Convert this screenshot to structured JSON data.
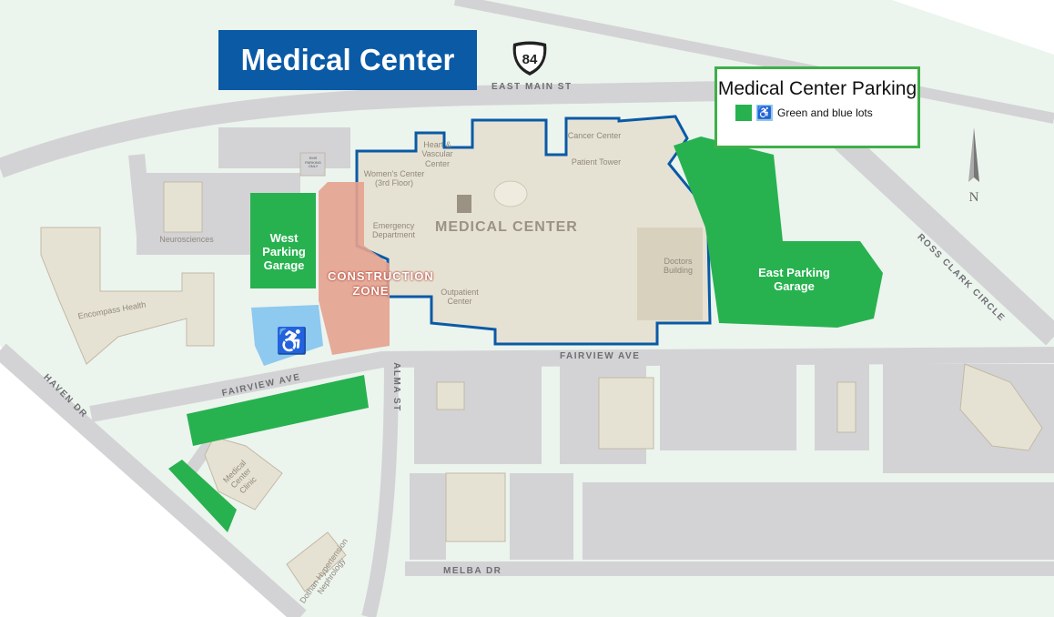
{
  "title": "Medical Center",
  "highway_shield": "84",
  "legend": {
    "title": "Medical Center Parking",
    "swatch_green": "#27b24f",
    "swatch_blue": "#8ec9ef",
    "swatch_icon": "wheelchair-icon",
    "label": "Green and blue lots"
  },
  "colors": {
    "border": "#0a5aa6",
    "parking": "#27b24f",
    "accessible": "#8ec9ef",
    "construction": "#e5a28e",
    "building": "#e6e2d3",
    "road": "#d3d3d6",
    "ground": "#ecf4ee"
  },
  "streets": {
    "east_main": "EAST MAIN ST",
    "fairview_east": "FAIRVIEW AVE",
    "fairview_west": "FAIRVIEW AVE",
    "alma": "ALMA ST",
    "haven": "HAVEN DR",
    "melba": "MELBA DR",
    "ross_clark": "ROSS CLARK CIRCLE"
  },
  "buildings": {
    "heart": "Heart & Vascular Center",
    "womens": "Women's Center (3rd Floor)",
    "emergency": "Emergency Department",
    "medical_center": "MEDICAL CENTER",
    "outpatient": "Outpatient Center",
    "cancer": "Cancer Center",
    "patient_tower": "Patient Tower",
    "doctors": "Doctors Building",
    "neurosciences": "Neurosciences",
    "encompass": "Encompass Health",
    "clinic": "Medical Center Clinic",
    "dothan": "Dothan Hypertension Nephrology",
    "ems": "EMS PARKING ONLY"
  },
  "garages": {
    "west": "West Parking Garage",
    "east": "East Parking Garage"
  },
  "construction": "CONSTRUCTION ZONE",
  "north": "N"
}
